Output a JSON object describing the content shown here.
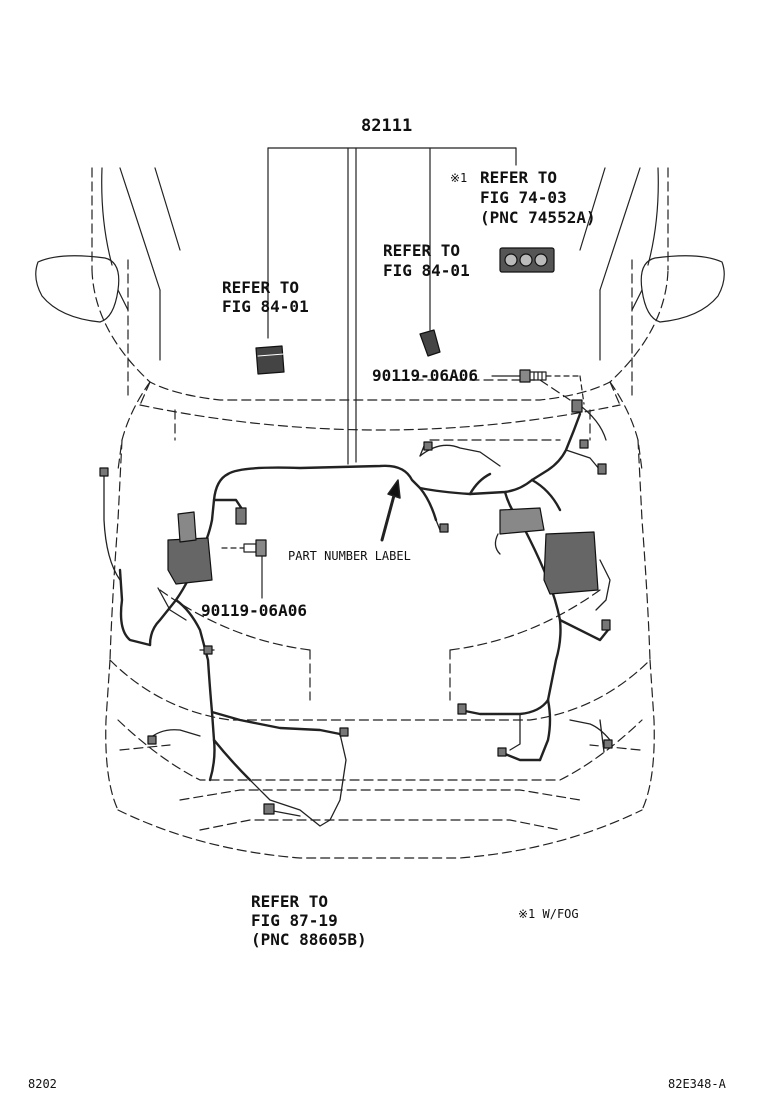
{
  "diagram": {
    "main_part_number": "82111",
    "refer_fig_74_03": {
      "note_mark": "※1",
      "line1": "REFER TO",
      "line2": "FIG 74-03",
      "line3": "(PNC 74552A)"
    },
    "refer_fig_84_01_center": {
      "line1": "REFER TO",
      "line2": "FIG 84-01"
    },
    "refer_fig_84_01_left": {
      "line1": "REFER TO",
      "line2": "FIG 84-01"
    },
    "bolt_part_upper": "90119-06A06",
    "bolt_part_lower": "90119-06A06",
    "part_number_label": "PART NUMBER LABEL",
    "refer_fig_87_19": {
      "line1": "REFER TO",
      "line2": "FIG 87-19",
      "line3": "(PNC 88605B)"
    },
    "footnote": "※1 W/FOG",
    "page_code_left": "8202",
    "page_code_right": "82E348-A"
  }
}
